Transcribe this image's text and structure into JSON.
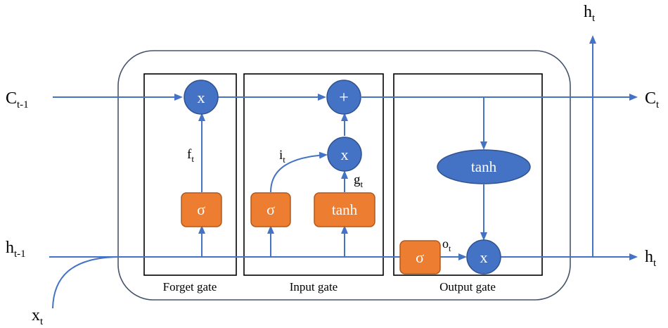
{
  "colors": {
    "flow": "#4472c4",
    "node_blue": "#4472c4",
    "node_orange": "#ed7d31",
    "box": "#000000",
    "cell_border": "#44546a"
  },
  "inputs": {
    "c_prev": {
      "main": "C",
      "sub": "t-1"
    },
    "h_prev": {
      "main": "h",
      "sub": "t-1"
    },
    "x_t": {
      "main": "x",
      "sub": "t"
    }
  },
  "outputs": {
    "c_t": {
      "main": "C",
      "sub": "t"
    },
    "h_t_right": {
      "main": "h",
      "sub": "t"
    },
    "h_t_top": {
      "main": "h",
      "sub": "t"
    }
  },
  "gates": {
    "forget": {
      "label": "Forget gate"
    },
    "input": {
      "label": "Input gate"
    },
    "output": {
      "label": "Output gate"
    }
  },
  "nodes": {
    "forget_mult": "x",
    "add": "+",
    "input_mult": "x",
    "output_mult": "x",
    "tanh_cell": "tanh",
    "forget_sigma": "σ",
    "input_sigma": "σ",
    "input_tanh": "tanh",
    "output_sigma": "σ"
  },
  "signals": {
    "f_t": {
      "main": "f",
      "sub": "t"
    },
    "i_t": {
      "main": "i",
      "sub": "t"
    },
    "g_t": {
      "main": "g",
      "sub": "t"
    },
    "o_t": {
      "main": "o",
      "sub": "t"
    }
  }
}
